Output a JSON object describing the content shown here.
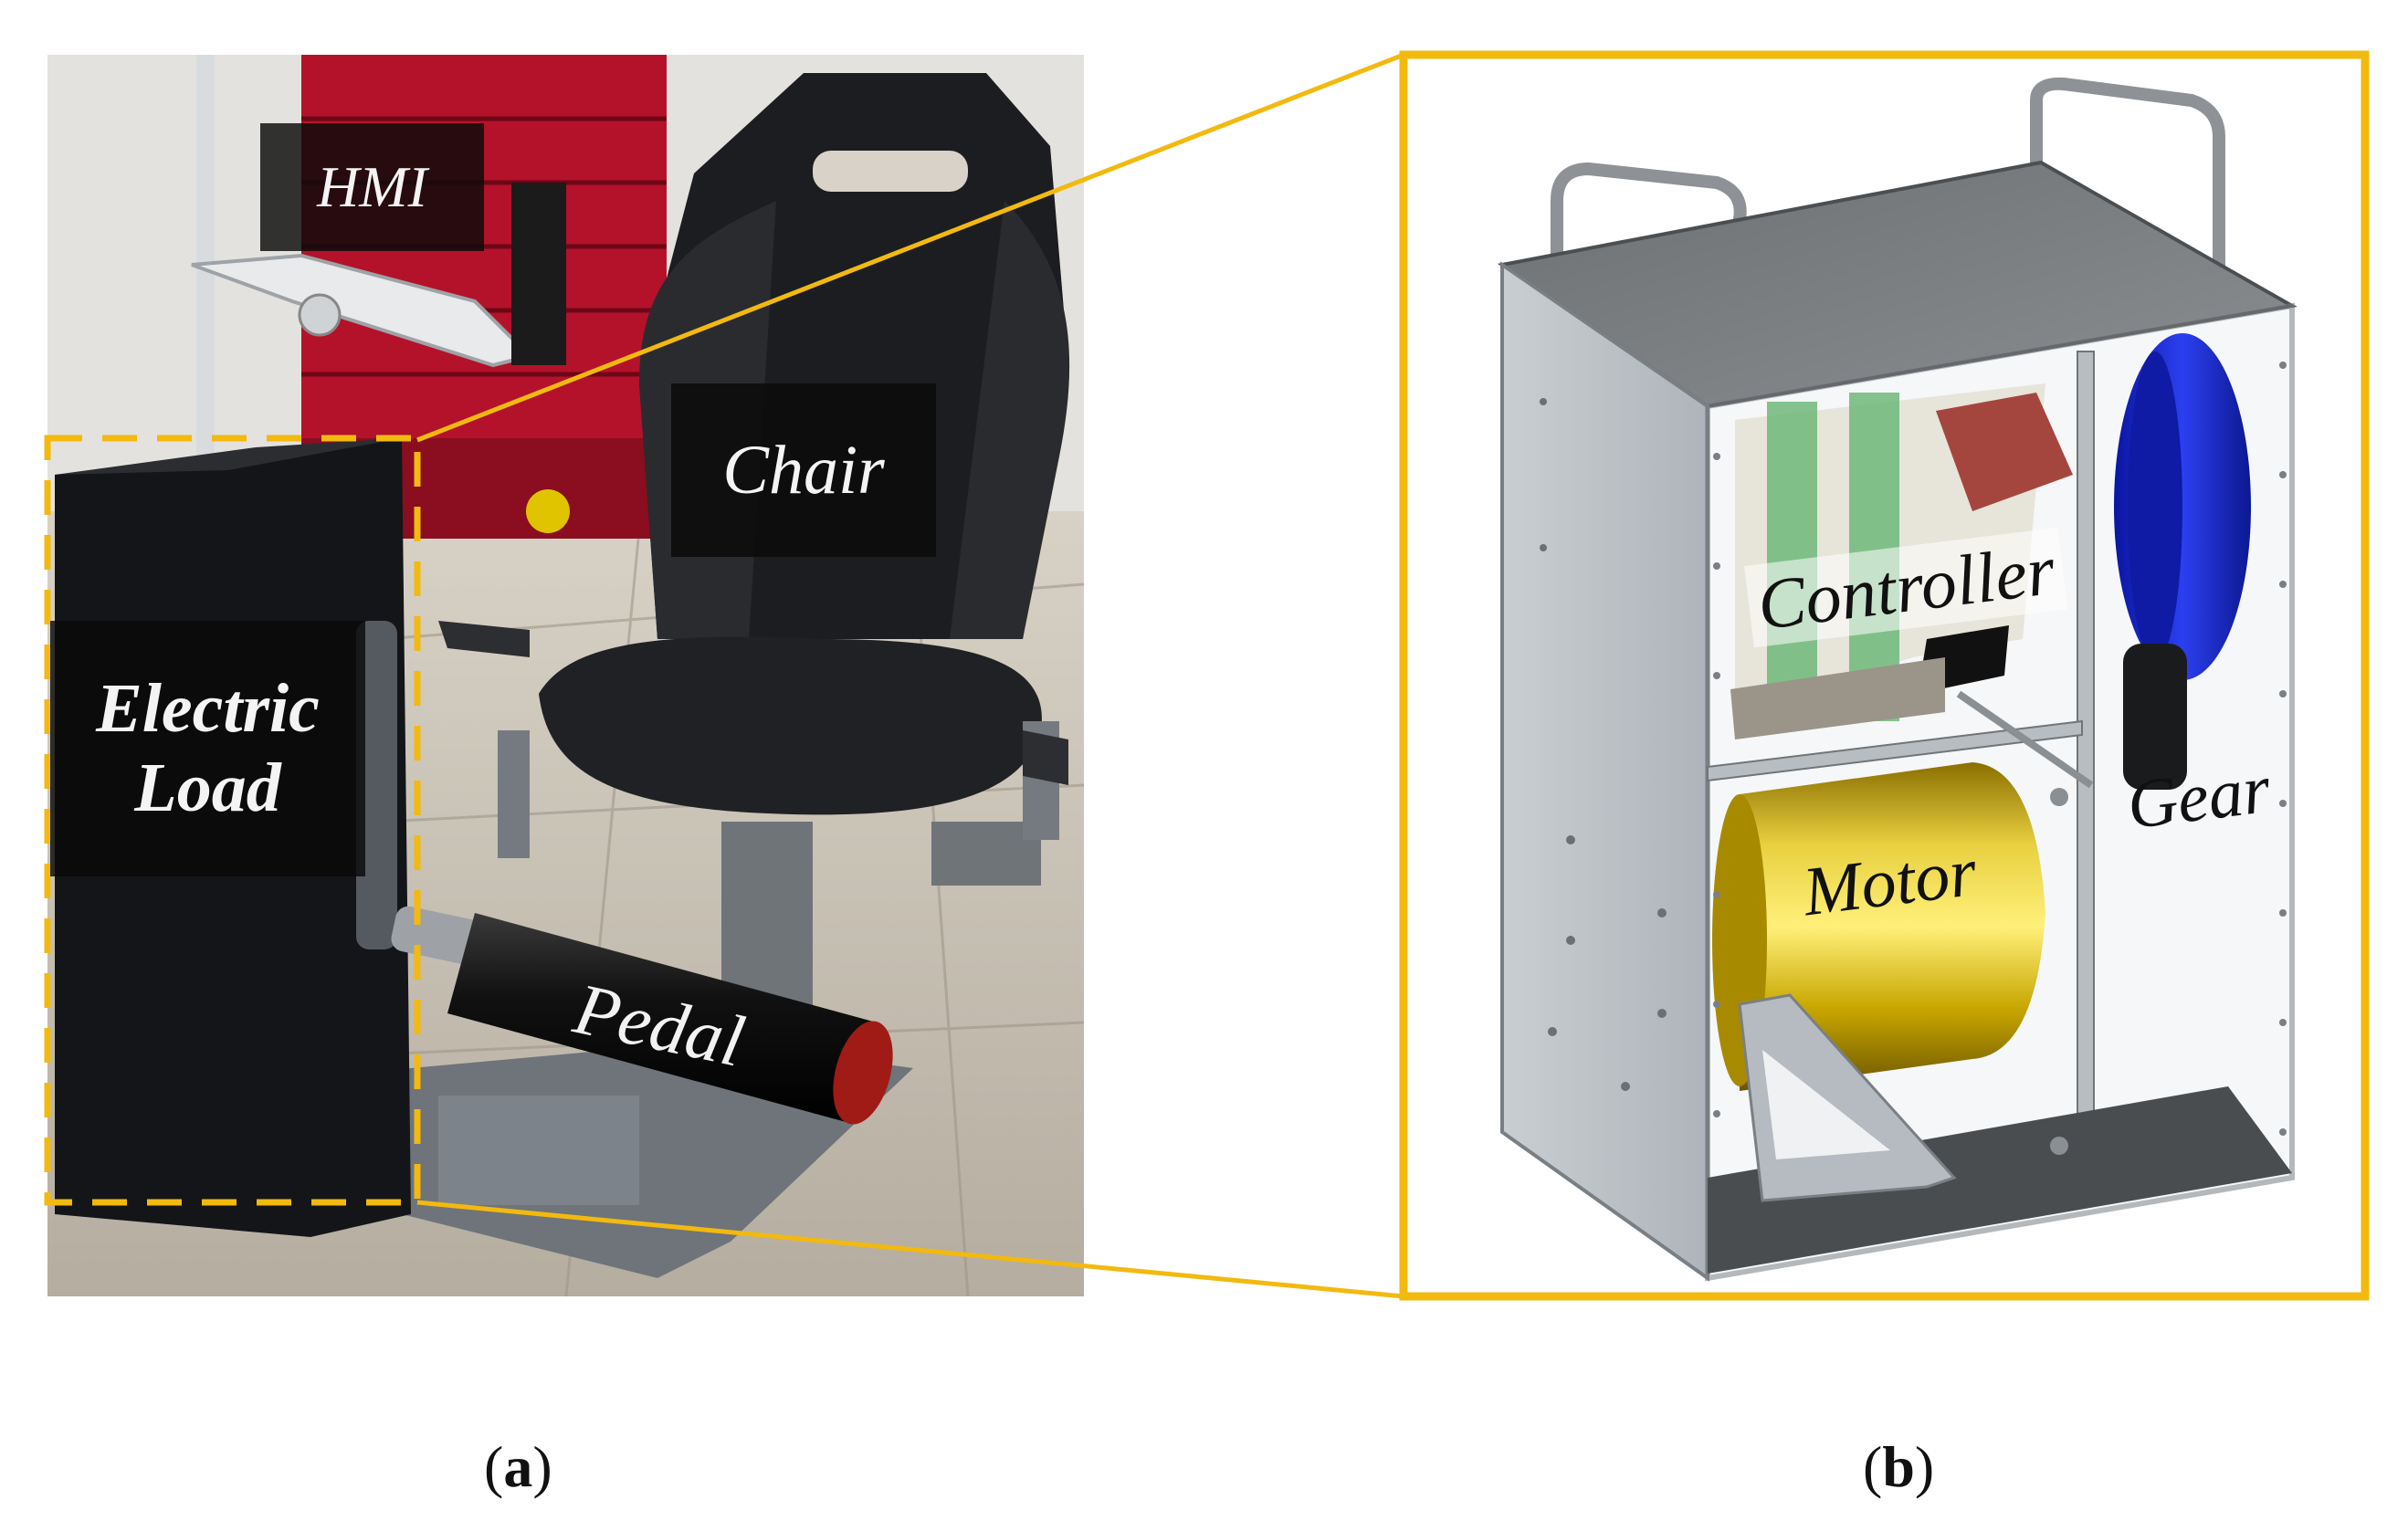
{
  "panel_a": {
    "labels": {
      "hmi": "HMI",
      "chair": "Chair",
      "electric_load_line1": "Electric",
      "electric_load_line2": "Load",
      "pedal": "Pedal"
    },
    "caption": "a"
  },
  "panel_b": {
    "labels": {
      "controller": "Controller",
      "motor": "Motor",
      "gear": "Gear"
    },
    "caption": "b"
  },
  "colors": {
    "highlight": "#f2b90f",
    "motor": "#c9a800",
    "gear": "#1e2fd0",
    "frame": "#c3c8cc"
  }
}
